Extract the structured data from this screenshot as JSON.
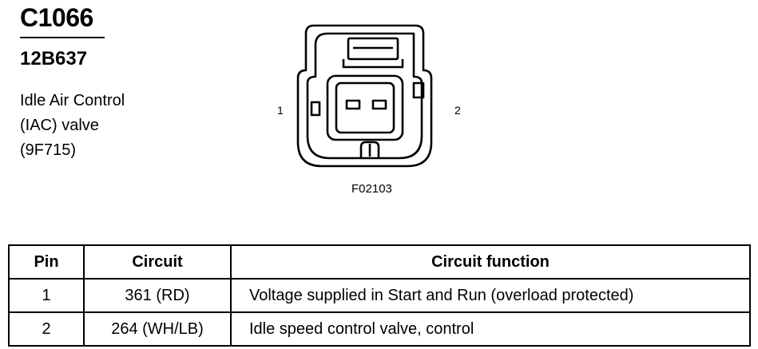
{
  "header": {
    "connector_id": "C1066",
    "part_number": "12B637",
    "description_lines": [
      "Idle Air Control",
      "(IAC) valve",
      "(9F715)"
    ]
  },
  "diagram": {
    "pin_left_label": "1",
    "pin_right_label": "2",
    "figure_code": "F02103"
  },
  "table": {
    "headers": [
      "Pin",
      "Circuit",
      "Circuit function"
    ],
    "rows": [
      {
        "pin": "1",
        "circuit": "361 (RD)",
        "function": "Voltage supplied in Start and Run (overload protected)"
      },
      {
        "pin": "2",
        "circuit": "264 (WH/LB)",
        "function": "Idle speed control valve, control"
      }
    ]
  }
}
